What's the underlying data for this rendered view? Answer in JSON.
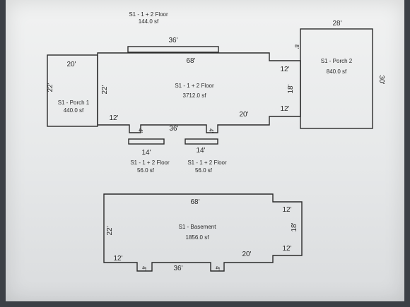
{
  "areas": {
    "top_floor": {
      "name": "S1 - 1 + 2 Floor",
      "area": "144.0 sf"
    },
    "main_floor": {
      "name": "S1 - 1 + 2 Floor",
      "area": "3712.0 sf"
    },
    "porch1": {
      "name": "S1 - Porch 1",
      "area": "440.0 sf"
    },
    "porch2": {
      "name": "S1 - Porch 2",
      "area": "840.0 sf"
    },
    "bottom_left_floor": {
      "name": "S1 - 1 + 2 Floor",
      "area": "56.0 sf"
    },
    "bottom_right_floor": {
      "name": "S1 - 1 + 2 Floor",
      "area": "56.0 sf"
    },
    "basement": {
      "name": "S1 - Basement",
      "area": "1856.0 sf"
    }
  },
  "dims": {
    "top_36": "36'",
    "main_top_68": "68'",
    "main_left_22": "22'",
    "main_12_left": "12'",
    "main_notch_a": "4'",
    "main_bottom_36": "36'",
    "main_notch_b": "4'",
    "main_20": "20'",
    "main_right_12_top": "12'",
    "main_right_18": "18'",
    "main_right_12_bottom": "12'",
    "main_right_small": "8'",
    "porch1_20": "20'",
    "porch1_22": "22'",
    "porch2_28": "28'",
    "porch2_30": "30'",
    "bottom_left_14": "14'",
    "bottom_right_14": "14'",
    "base_top_68": "68'",
    "base_left_22": "22'",
    "base_12_left": "12'",
    "base_notch_a": "4'",
    "base_bottom_36": "36'",
    "base_notch_b": "4'",
    "base_20": "20'",
    "base_right_12_top": "12'",
    "base_right_18": "18'",
    "base_right_12_bottom": "12'"
  }
}
